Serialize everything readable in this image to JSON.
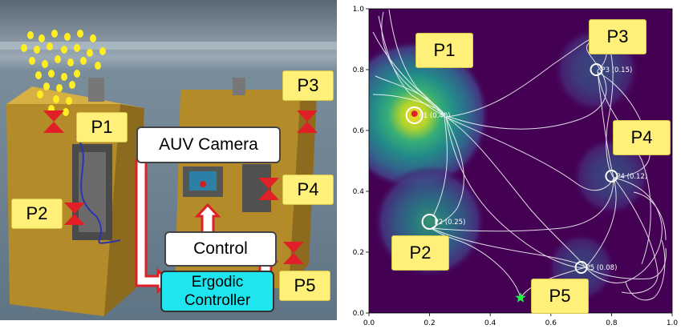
{
  "left_panel": {
    "labels": {
      "p1": "P1",
      "p2": "P2",
      "p3": "P3",
      "p4": "P4",
      "p5": "P5"
    },
    "diagram": {
      "camera": "AUV Camera",
      "control": "Control",
      "controller_line1": "Ergodic",
      "controller_line2": "Controller"
    },
    "colors": {
      "water": "#6d8494",
      "frame": "#c8a131",
      "marker": "#e01f26",
      "label_fill": "#fff07a",
      "controller_fill": "#1fe5ee",
      "particles": "#ffee22"
    }
  },
  "plot": {
    "labels": {
      "p1": "P1",
      "p2": "P2",
      "p3": "P3",
      "p4": "P4",
      "p5": "P5"
    },
    "colors": {
      "background": "#440154",
      "trajectory": "#ffffff",
      "robot": "#e3212d",
      "start": "#22ee44"
    }
  },
  "chart_data": {
    "type": "scatter",
    "title": "",
    "xlabel": "",
    "ylabel": "",
    "xlim": [
      0.0,
      1.0
    ],
    "ylim": [
      0.0,
      1.0
    ],
    "x_ticks": [
      "0.0",
      "0.2",
      "0.4",
      "0.6",
      "0.8",
      "1.0"
    ],
    "y_ticks": [
      "0.0",
      "0.2",
      "0.4",
      "0.6",
      "0.8",
      "1.0"
    ],
    "grid": false,
    "points": [
      {
        "label": "P1 (0.40)",
        "x": 0.15,
        "y": 0.65,
        "weight": 0.4
      },
      {
        "label": "P2 (0.25)",
        "x": 0.2,
        "y": 0.3,
        "weight": 0.25
      },
      {
        "label": "P3 (0.15)",
        "x": 0.75,
        "y": 0.8,
        "weight": 0.15
      },
      {
        "label": "P4 (0.12)",
        "x": 0.8,
        "y": 0.45,
        "weight": 0.12
      },
      {
        "label": "P5 (0.08)",
        "x": 0.7,
        "y": 0.15,
        "weight": 0.08
      }
    ],
    "robot": {
      "x": 0.15,
      "y": 0.655
    },
    "start": {
      "x": 0.5,
      "y": 0.05
    }
  }
}
